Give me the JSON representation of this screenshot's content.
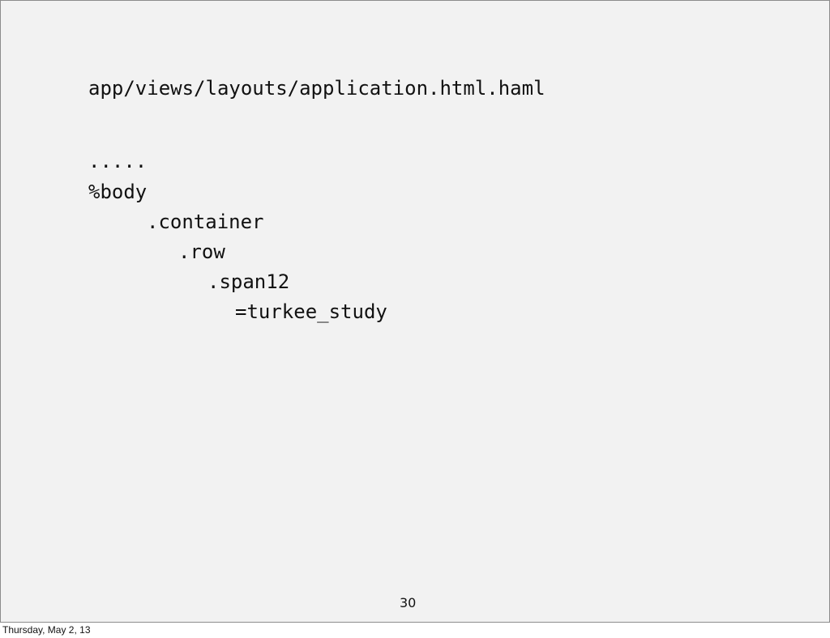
{
  "slide": {
    "title": "app/views/layouts/application.html.haml",
    "code_lines": [
      ".....",
      "%body",
      ".container",
      ".row",
      ".span12",
      "=turkee_study"
    ],
    "page_number": "30"
  },
  "footer": {
    "date": "Thursday, May 2, 13"
  }
}
